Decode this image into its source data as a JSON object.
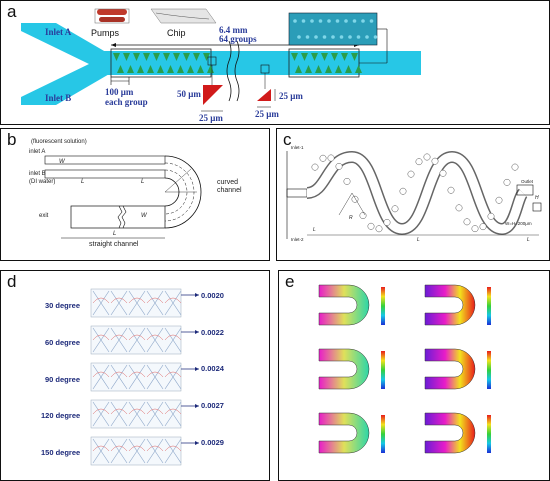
{
  "panel_a": {
    "label": "a",
    "inlet_a": "Inlet A",
    "inlet_b": "Inlet B",
    "pumps": "Pumps",
    "chip": "Chip",
    "length": "6.4 mm",
    "groups": "64 groups",
    "group_size_line1": "100 μm",
    "group_size_line2": "each group",
    "dim_50": "50 μm",
    "dim_25_a": "25 μm",
    "dim_25_b": "25 μm",
    "dim_25_c": "25 μm"
  },
  "panel_b": {
    "label": "b",
    "fluorescent": "(fluorescent solution)",
    "inlet_a": "inlet A",
    "inlet_b": "inlet B",
    "di_water": "(DI water)",
    "exit": "exit",
    "curved": "curved",
    "channel": "channel",
    "straight": "straight channel",
    "w_c": "W",
    "l_1": "L",
    "l_2": "L",
    "w_b": "W",
    "l_s": "L"
  },
  "panel_c": {
    "label": "c",
    "inlet1": "Inlet-1",
    "inlet2": "Inlet-2",
    "outlet": "Outlet",
    "r": "R",
    "w": "W",
    "dims": "W=H=200μm",
    "l_in": "L",
    "l_out": "L",
    "l_m": "L",
    "h": "H",
    "rc": "R"
  },
  "panel_d": {
    "label": "d",
    "rows": [
      {
        "angle": "30 degree",
        "value": "0.0020"
      },
      {
        "angle": "60 degree",
        "value": "0.0022"
      },
      {
        "angle": "90 degree",
        "value": "0.0024"
      },
      {
        "angle": "120 degree",
        "value": "0.0027"
      },
      {
        "angle": "150 degree",
        "value": "0.0029"
      }
    ]
  },
  "panel_e": {
    "label": "e"
  },
  "colors": {
    "channel": "#27c7e6",
    "triangle": "#2a9d4a",
    "text_blue": "#2a3c9a",
    "red": "#d11a1a",
    "deg_blue": "#1d2a7a"
  }
}
